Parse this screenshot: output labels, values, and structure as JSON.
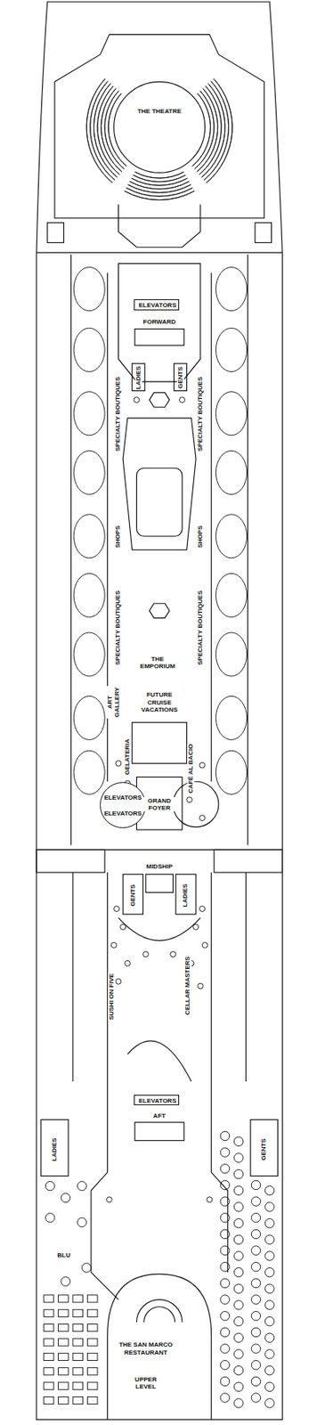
{
  "diagram": {
    "nodes": [
      {
        "text": [
          "ELEVATORS"
        ]
      },
      {
        "text": [
          "ELEVATORS",
          "ELEVATORS"
        ]
      },
      {
        "text": [
          "ELEVATORS"
        ]
      }
    ],
    "labels": [
      "THE THEATRE",
      "FORWARD",
      "LADIES",
      "GENTS",
      "SPECIALTY BOUTIQUES",
      "SPECIALTY BOUTIQUES",
      "SHOPS",
      "SHOPS",
      "SPECIALTY BOUTIQUES",
      "SPECIALTY BOUTIQUES",
      "THE EMPORIUM",
      "ART GALLERY",
      "FUTURE CRUISE VACATIONS",
      "GELATERIA",
      "CAFÉ AL BACIO",
      "GRAND FOYER",
      "MIDSHIP",
      "GENTS",
      "LADIES",
      "SUSHI ON FIVE",
      "CELLAR MASTERS",
      "AFT",
      "LADIES",
      "GENTS",
      "BLU",
      "THE SAN MARCO RESTAURANT",
      "UPPER LEVEL"
    ]
  }
}
